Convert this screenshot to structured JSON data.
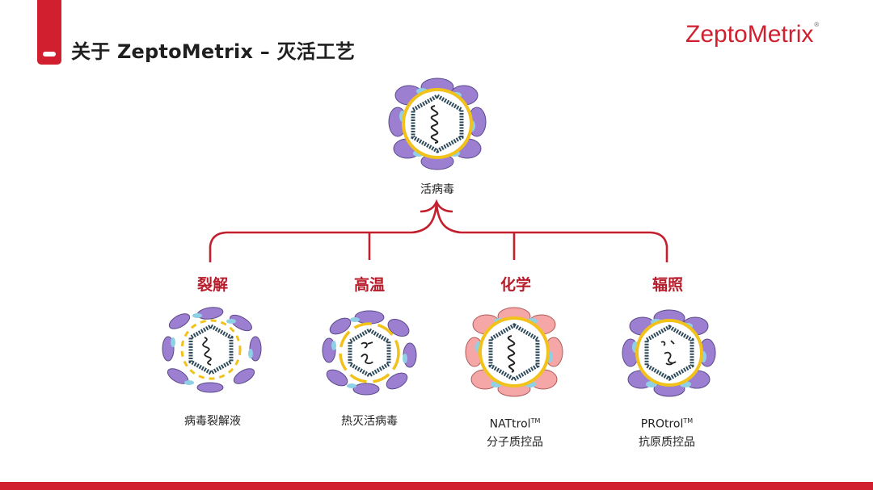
{
  "header": {
    "title": "关于 ZeptoMetrix – 灭活工艺",
    "logo_main": "ZeptoMetri",
    "logo_x": "x",
    "logo_mark": "®"
  },
  "root": {
    "label": "活病毒"
  },
  "branches": [
    {
      "title": "裂解",
      "caption": [
        "病毒裂解液"
      ]
    },
    {
      "title": "高温",
      "caption": [
        "热灭活病毒"
      ]
    },
    {
      "title": "化学",
      "caption_line1": "NATtrol",
      "caption_tm": "TM",
      "caption_line2": "分子质控品"
    },
    {
      "title": "辐照",
      "caption_line1": "PROtrol",
      "caption_tm": "TM",
      "caption_line2": "抗原质控品"
    }
  ],
  "colors": {
    "brand_red": "#d21f2f",
    "envelope_purple": "#9c7fd0",
    "spike_blue": "#8fd0e6",
    "membrane_yellow": "#f2c21b",
    "capsid": "#2f4a5a",
    "chemical_pink": "#f4a7a6"
  }
}
